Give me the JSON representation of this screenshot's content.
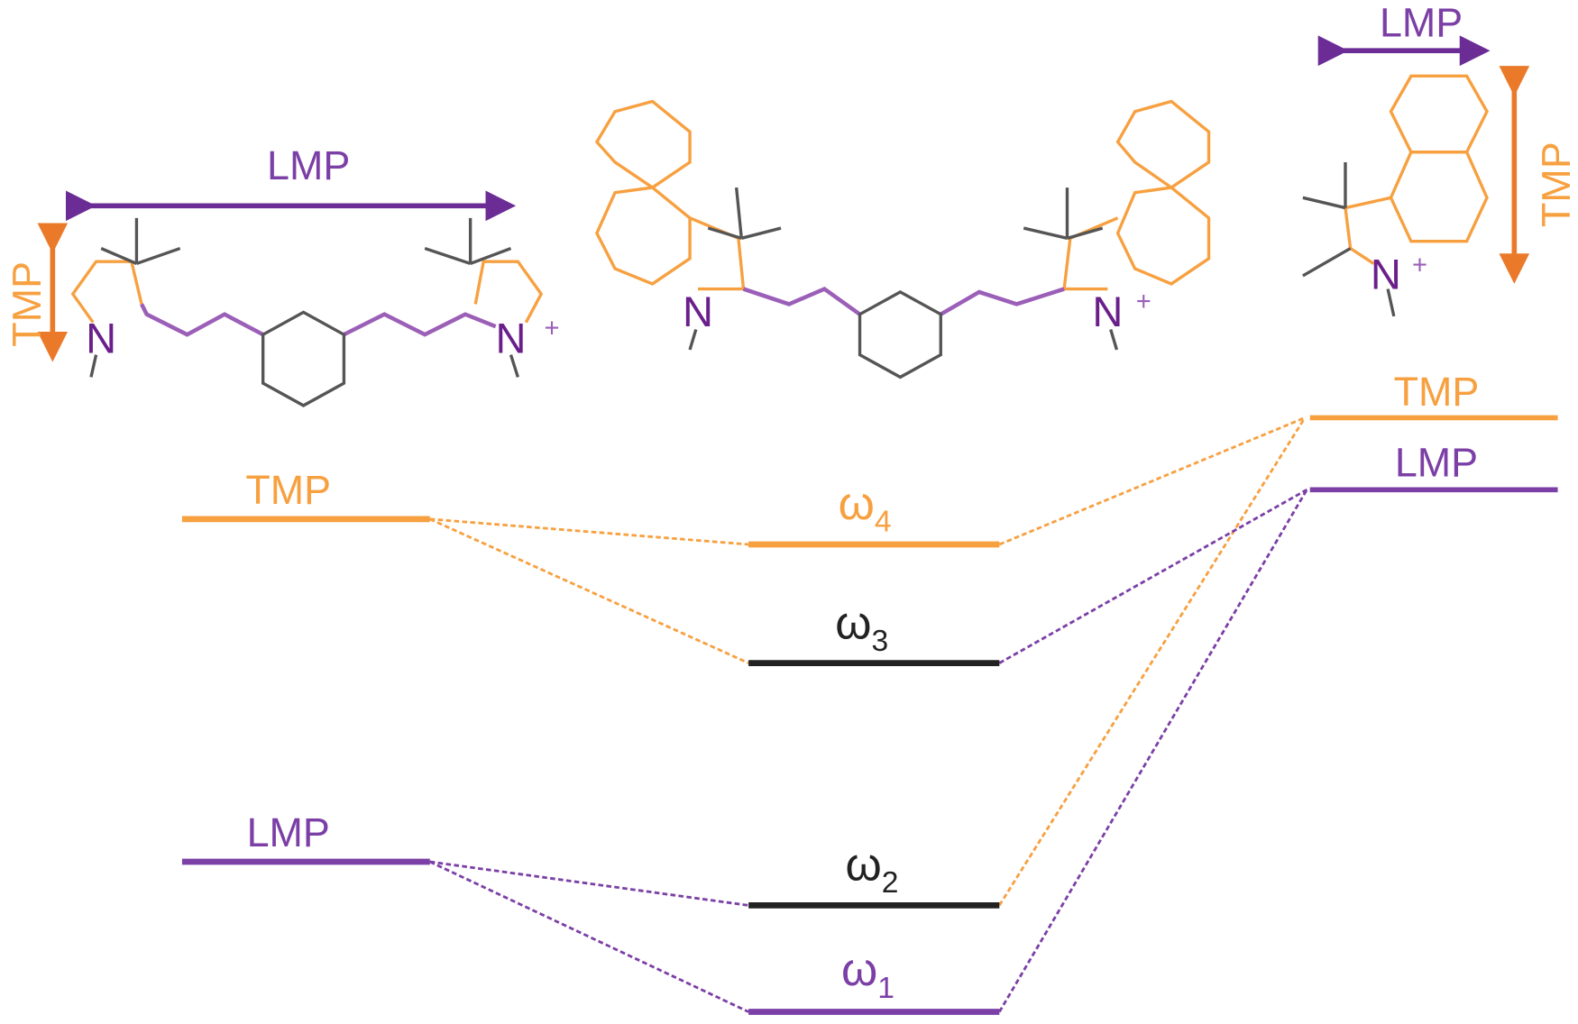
{
  "colors": {
    "orange": "#f7a040",
    "orange_arrow": "#ea7a2a",
    "purple": "#7b3fa6",
    "purple_arrow": "#6b2c95",
    "gray": "#555555",
    "black": "#222222"
  },
  "molecules": {
    "left": {
      "lmp_label": "LMP",
      "tmp_label": "TMP",
      "n_label": "N",
      "n_plus_label": "N",
      "plus": "+"
    },
    "middle": {
      "n_label": "N",
      "n_plus_label": "N",
      "plus": "+"
    },
    "right": {
      "lmp_label": "LMP",
      "tmp_label": "TMP",
      "n_plus_label": "N",
      "plus": "+"
    }
  },
  "levels": {
    "left_tmp": "TMP",
    "left_lmp": "LMP",
    "omega4": {
      "symbol": "ω",
      "sub": "4"
    },
    "omega3": {
      "symbol": "ω",
      "sub": "3"
    },
    "omega2": {
      "symbol": "ω",
      "sub": "2"
    },
    "omega1": {
      "symbol": "ω",
      "sub": "1"
    },
    "right_tmp": "TMP",
    "right_lmp": "LMP"
  }
}
